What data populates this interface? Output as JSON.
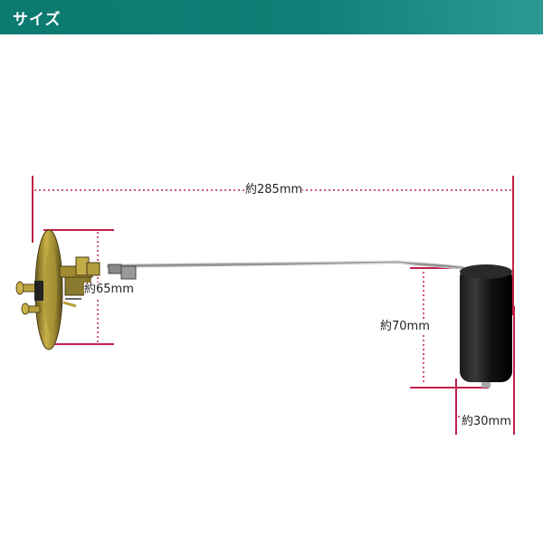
{
  "header": {
    "title": "サイズ",
    "background_color": "#0f7e76"
  },
  "dimensions": {
    "total_length": "約285mm",
    "flange_diameter": "約65mm",
    "float_height": "約70mm",
    "float_width": "約30mm",
    "line_color": "#c0204a"
  },
  "product": {
    "name": "fuel-level-sender-unit"
  }
}
